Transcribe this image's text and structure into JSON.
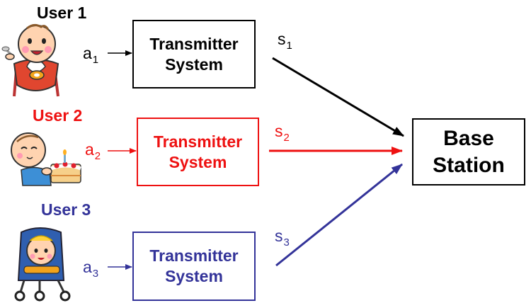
{
  "colors": {
    "user1": "#000000",
    "user2": "#ee1111",
    "user3": "#333399"
  },
  "users": [
    {
      "label": "User 1",
      "input_symbol": "a",
      "input_index": "1",
      "output_symbol": "s",
      "output_index": "1",
      "box_line1": "Transmitter",
      "box_line2": "System"
    },
    {
      "label": "User 2",
      "input_symbol": "a",
      "input_index": "2",
      "output_symbol": "s",
      "output_index": "2",
      "box_line1": "Transmitter",
      "box_line2": "System"
    },
    {
      "label": "User 3",
      "input_symbol": "a",
      "input_index": "3",
      "output_symbol": "s",
      "output_index": "3",
      "box_line1": "Transmitter",
      "box_line2": "System"
    }
  ],
  "base_station": {
    "line1": "Base",
    "line2": "Station"
  }
}
